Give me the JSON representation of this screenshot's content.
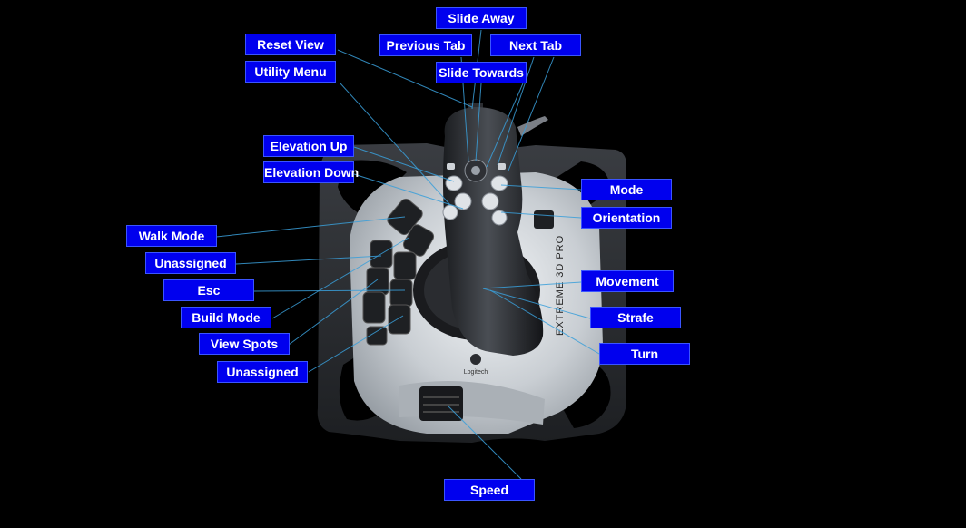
{
  "labels": {
    "slide_away": "Slide Away",
    "reset_view": "Reset View",
    "previous_tab": "Previous Tab",
    "next_tab": "Next Tab",
    "utility_menu": "Utility Menu",
    "slide_towards": "Slide Towards",
    "elevation_up": "Elevation Up",
    "elevation_down": "Elevation Down",
    "walk_mode": "Walk Mode",
    "unassigned_1": "Unassigned",
    "esc": "Esc",
    "build_mode": "Build Mode",
    "view_spots": "View Spots",
    "unassigned_2": "Unassigned",
    "mode": "Mode",
    "orientation": "Orientation",
    "movement": "Movement",
    "strafe": "Strafe",
    "turn": "Turn",
    "speed": "Speed"
  },
  "device": {
    "model_text": "EXTREME 3D PRO",
    "brand_text": "Logitech"
  },
  "colors": {
    "label_fill": "#0000ee",
    "leader_line": "#3a9fd9",
    "background": "#000000"
  }
}
